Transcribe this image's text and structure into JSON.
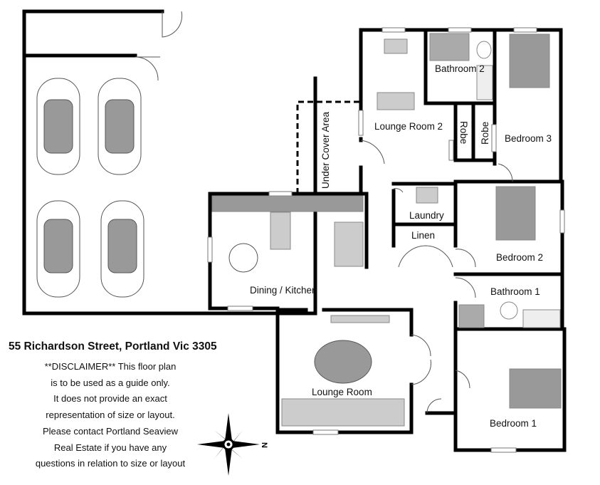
{
  "address": "55 Richardson Street, Portland Vic 3305",
  "disclaimer": [
    "**DISCLAIMER** This floor plan",
    "is to be used as a guide only.",
    "It does not provide an exact",
    "representation of size or layout.",
    "Please contact Portland Seaview",
    "Real Estate if you have any",
    "questions in relation to size or layout"
  ],
  "compass": {
    "label": "N"
  },
  "rooms": {
    "lounge2": "Lounge Room 2",
    "bath2": "Bathroom 2",
    "robe_a": "Robe",
    "robe_b": "Robe",
    "bed3": "Bedroom 3",
    "undercover": "Under Cover Area",
    "laundry": "Laundry",
    "linen": "Linen",
    "bed2": "Bedroom 2",
    "kitchen": "Dining / Kitchen",
    "bath1": "Bathroom 1",
    "lounge": "Lounge Room",
    "bed1": "Bedroom 1"
  }
}
